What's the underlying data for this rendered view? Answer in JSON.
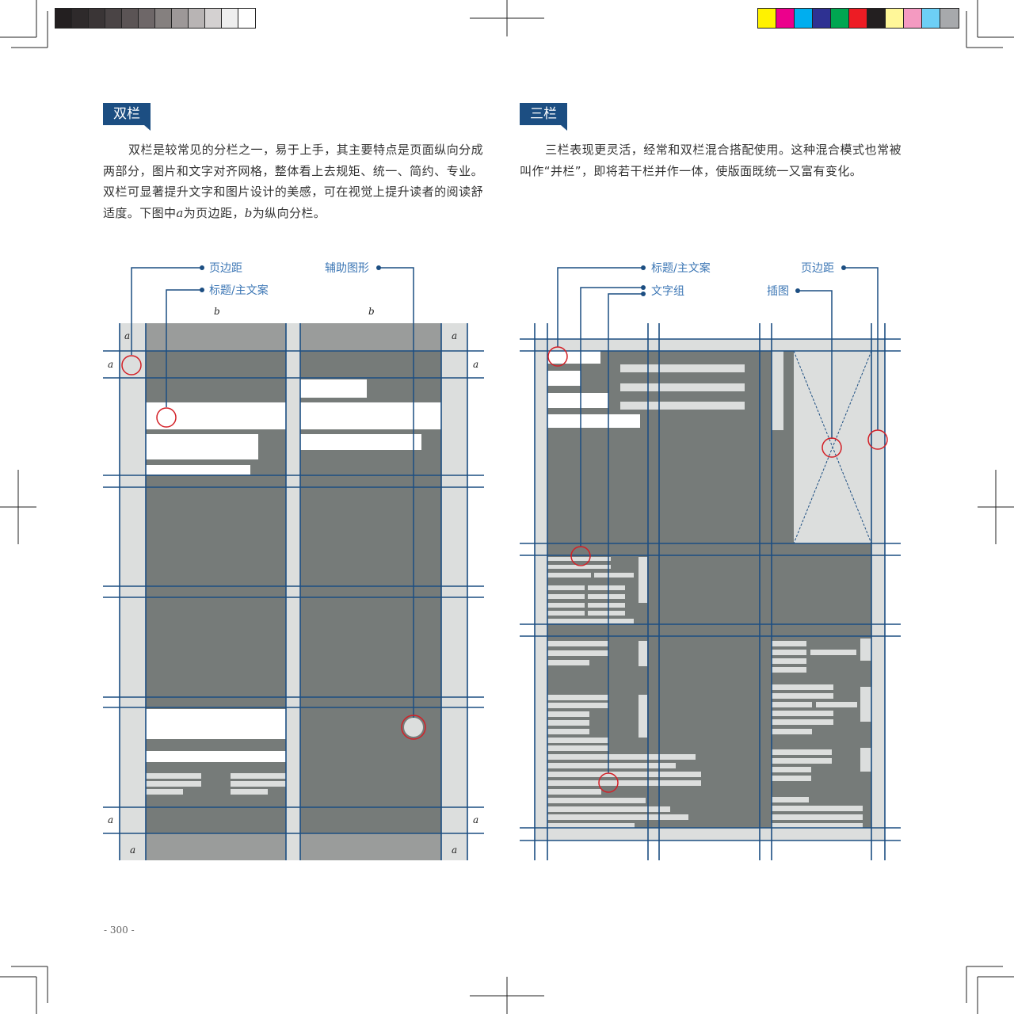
{
  "color_bar_gray": [
    "#231f20",
    "#2e2a2b",
    "#3a3536",
    "#4a4445",
    "#5b5455",
    "#6e6768",
    "#85807f",
    "#9d9898",
    "#b8b4b4",
    "#d4d1d1",
    "#eeeeee",
    "#ffffff"
  ],
  "color_bar_cmyk": [
    "#fff200",
    "#ec008c",
    "#00aeef",
    "#2e3192",
    "#00a651",
    "#ed1c24",
    "#231f20",
    "#fff799",
    "#f49ac1",
    "#6dcff6",
    "#a7a9ac"
  ],
  "left": {
    "title": "双栏",
    "paragraph": "双栏是较常见的分栏之一，易于上手，其主要特点是页面纵向分成两部分，图片和文字对齐网格，整体看上去规矩、统一、简约、专业。双栏可显著提升文字和图片设计的美感，可在视觉上提升读者的阅读舒适度。下图中",
    "var_a": "a",
    "para_mid": "为页边距，",
    "var_b": "b",
    "para_end": "为纵向分栏。",
    "callouts": {
      "margin": "页边距",
      "title_text": "标题/主文案",
      "aux": "辅助图形"
    },
    "letters": {
      "a": "a",
      "b": "b"
    }
  },
  "right": {
    "title": "三栏",
    "paragraph": "三栏表现更灵活，经常和双栏混合搭配使用。这种混合模式也常被叫作“并栏”，即将若干栏并作一体，使版面既统一又富有变化。",
    "callouts": {
      "title_text": "标题/主文案",
      "text_group": "文字组",
      "margin": "页边距",
      "illustration": "插图"
    }
  },
  "page_number": "- 300 -",
  "colors": {
    "navy": "#1c4e82",
    "callout_text": "#3d77b5",
    "block": "#767b79",
    "block_light": "#9a9c9b",
    "margin": "#dcdedd",
    "highlight": "#d32027"
  }
}
